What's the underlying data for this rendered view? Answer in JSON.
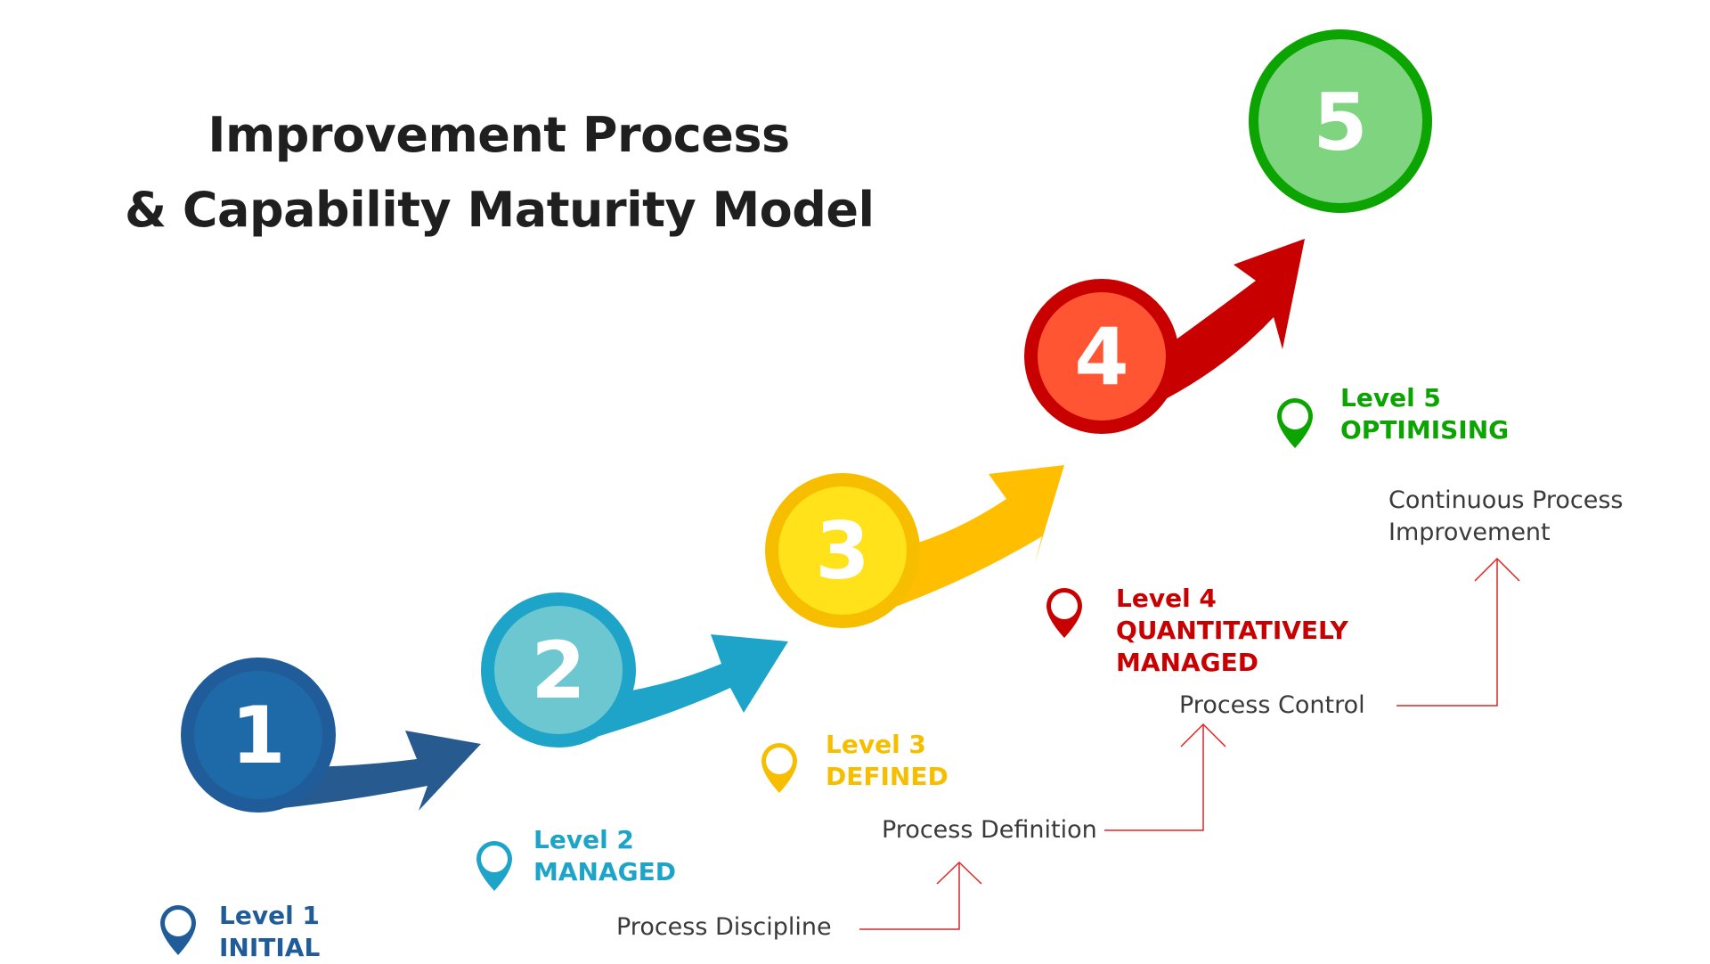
{
  "title": {
    "line1": "Improvement Process",
    "line2": "& Capability Maturity Model"
  },
  "steps": [
    {
      "number": "1",
      "level": "Level 1",
      "name": "INITIAL",
      "color": "#1f5c99",
      "light": "#2a6db3"
    },
    {
      "number": "2",
      "level": "Level 2",
      "name": "MANAGED",
      "color": "#1ea4c9",
      "light": "#6cc7d1"
    },
    {
      "number": "3",
      "level": "Level 3",
      "name": "DEFINED",
      "color": "#f7be00",
      "light": "#ffe21a"
    },
    {
      "number": "4",
      "level": "Level 4",
      "name": "QUANTITATIVELY",
      "name2": "MANAGED",
      "color": "#c80000",
      "light": "#ff5533"
    },
    {
      "number": "5",
      "level": "Level 5",
      "name": "OPTIMISING",
      "color": "#0ca400",
      "light": "#7fd47f"
    }
  ],
  "processes": [
    {
      "label": "Process Discipline"
    },
    {
      "label": "Process Definition"
    },
    {
      "label": "Process Control"
    },
    {
      "label": "Continuous Process",
      "label2": "Improvement"
    }
  ],
  "connector_color": "#e02424"
}
